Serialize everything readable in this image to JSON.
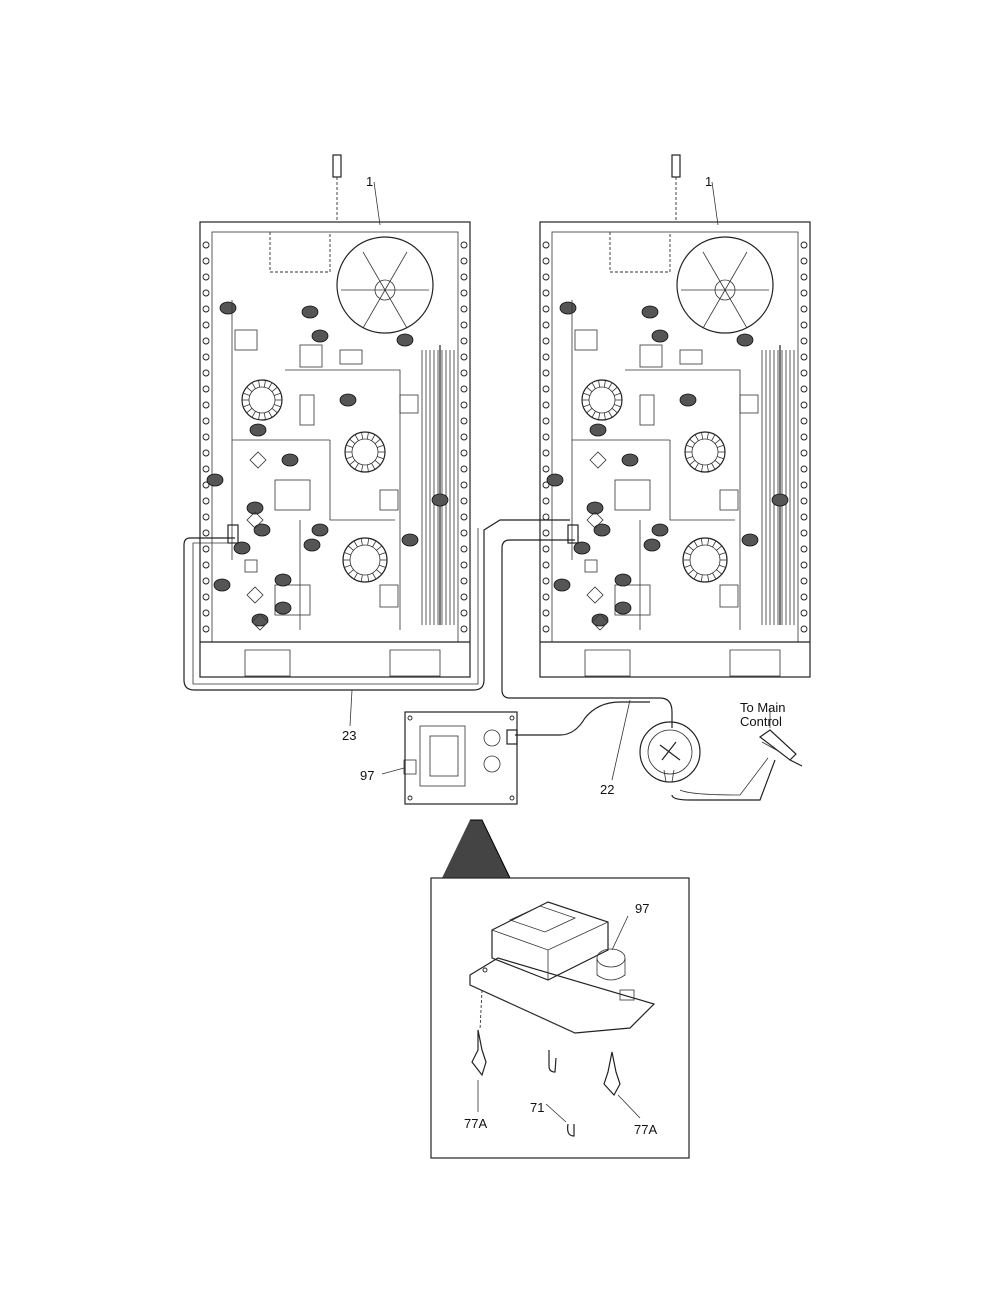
{
  "callouts": {
    "left_board": "1",
    "right_board": "1",
    "harness_left": "23",
    "harness_right": "22",
    "control_board": "97",
    "detail_board": "97",
    "clip": "71",
    "standoff_left": "77A",
    "standoff_right": "77A"
  },
  "annotations": {
    "main_control_line1": "To Main",
    "main_control_line2": "Control"
  }
}
